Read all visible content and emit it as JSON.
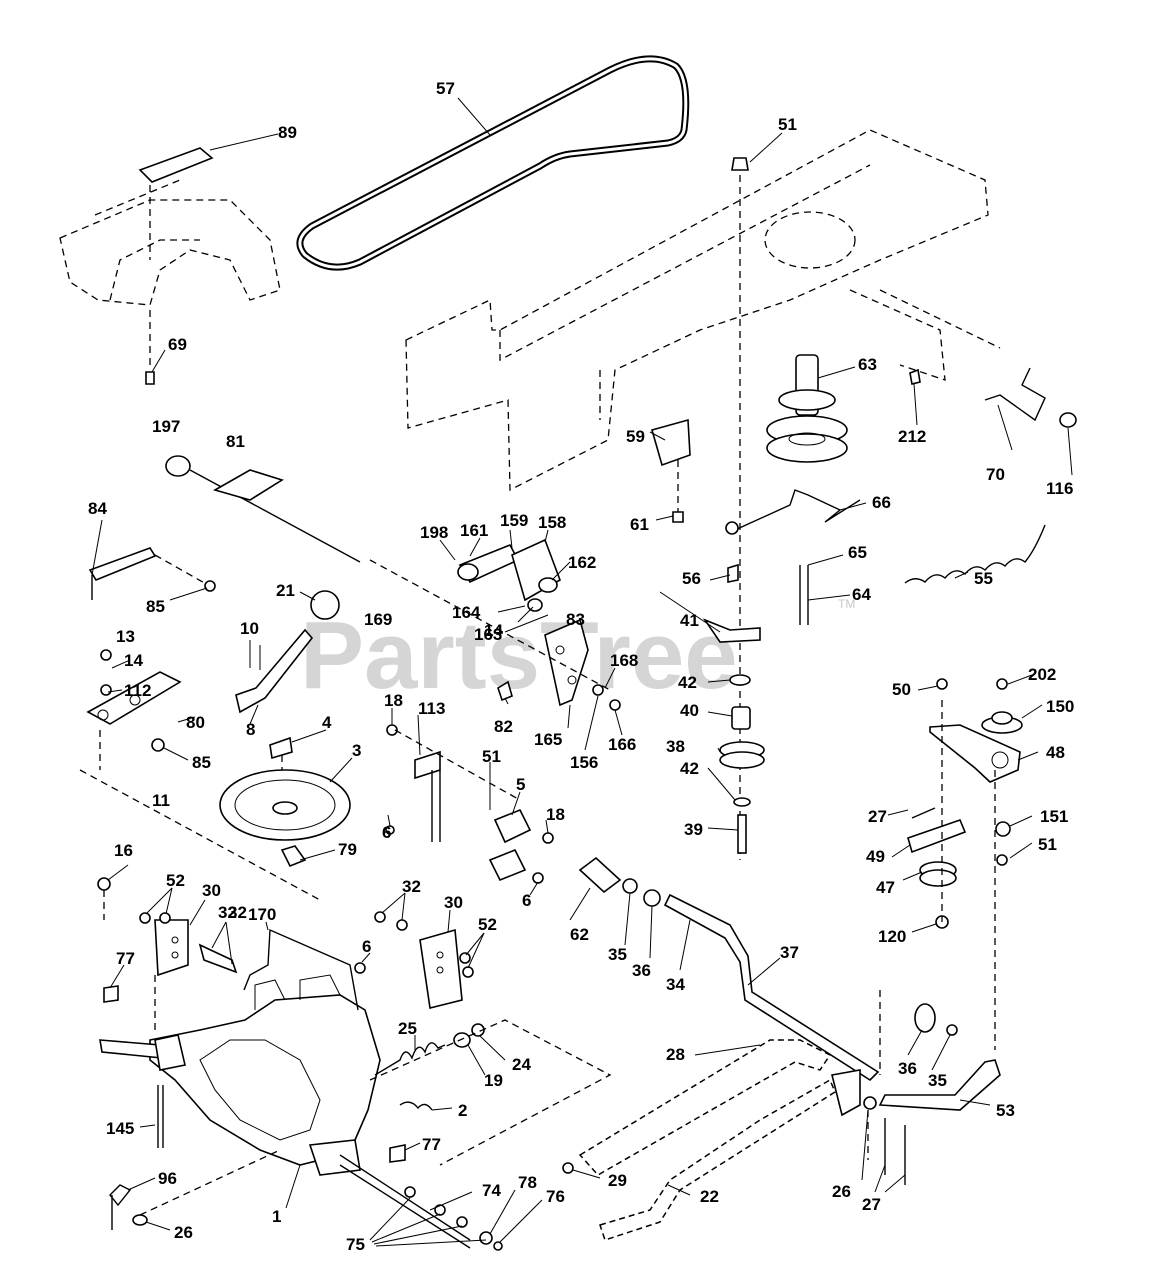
{
  "watermark": {
    "brand": "PartsTree",
    "trademark": "TM"
  },
  "callouts": [
    {
      "id": "c57",
      "text": "57"
    },
    {
      "id": "c89",
      "text": "89"
    },
    {
      "id": "c51a",
      "text": "51"
    },
    {
      "id": "c69",
      "text": "69"
    },
    {
      "id": "c197",
      "text": "197"
    },
    {
      "id": "c81",
      "text": "81"
    },
    {
      "id": "c63",
      "text": "63"
    },
    {
      "id": "c212",
      "text": "212"
    },
    {
      "id": "c70",
      "text": "70"
    },
    {
      "id": "c116",
      "text": "116"
    },
    {
      "id": "c59",
      "text": "59"
    },
    {
      "id": "c66",
      "text": "66"
    },
    {
      "id": "c61",
      "text": "61"
    },
    {
      "id": "c84",
      "text": "84"
    },
    {
      "id": "c198",
      "text": "198"
    },
    {
      "id": "c161",
      "text": "161"
    },
    {
      "id": "c159",
      "text": "159"
    },
    {
      "id": "c158",
      "text": "158"
    },
    {
      "id": "c162",
      "text": "162"
    },
    {
      "id": "c56",
      "text": "56"
    },
    {
      "id": "c65",
      "text": "65"
    },
    {
      "id": "c55",
      "text": "55"
    },
    {
      "id": "c85a",
      "text": "85"
    },
    {
      "id": "c21",
      "text": "21"
    },
    {
      "id": "c169",
      "text": "169"
    },
    {
      "id": "c164",
      "text": "164"
    },
    {
      "id": "c14a",
      "text": "14"
    },
    {
      "id": "c83",
      "text": "83"
    },
    {
      "id": "c64",
      "text": "64"
    },
    {
      "id": "c41",
      "text": "41"
    },
    {
      "id": "c13",
      "text": "13"
    },
    {
      "id": "c10",
      "text": "10"
    },
    {
      "id": "c163",
      "text": "163"
    },
    {
      "id": "c168",
      "text": "168"
    },
    {
      "id": "c14b",
      "text": "14"
    },
    {
      "id": "c42a",
      "text": "42"
    },
    {
      "id": "c50",
      "text": "50"
    },
    {
      "id": "c202",
      "text": "202"
    },
    {
      "id": "c112",
      "text": "112"
    },
    {
      "id": "c18a",
      "text": "18"
    },
    {
      "id": "c113",
      "text": "113"
    },
    {
      "id": "c82",
      "text": "82"
    },
    {
      "id": "c150",
      "text": "150"
    },
    {
      "id": "c80",
      "text": "80"
    },
    {
      "id": "c8",
      "text": "8"
    },
    {
      "id": "c4",
      "text": "4"
    },
    {
      "id": "c40",
      "text": "40"
    },
    {
      "id": "c165",
      "text": "165"
    },
    {
      "id": "c85b",
      "text": "85"
    },
    {
      "id": "c156",
      "text": "156"
    },
    {
      "id": "c166",
      "text": "166"
    },
    {
      "id": "c38",
      "text": "38"
    },
    {
      "id": "c48",
      "text": "48"
    },
    {
      "id": "c3",
      "text": "3"
    },
    {
      "id": "c51b",
      "text": "51"
    },
    {
      "id": "c5",
      "text": "5"
    },
    {
      "id": "c11",
      "text": "11"
    },
    {
      "id": "c42b",
      "text": "42"
    },
    {
      "id": "c18b",
      "text": "18"
    },
    {
      "id": "c27a",
      "text": "27"
    },
    {
      "id": "c151",
      "text": "151"
    },
    {
      "id": "c6a",
      "text": "6"
    },
    {
      "id": "c39",
      "text": "39"
    },
    {
      "id": "c49",
      "text": "49"
    },
    {
      "id": "c51c",
      "text": "51"
    },
    {
      "id": "c16",
      "text": "16"
    },
    {
      "id": "c79",
      "text": "79"
    },
    {
      "id": "c52a",
      "text": "52"
    },
    {
      "id": "c47",
      "text": "47"
    },
    {
      "id": "c6b",
      "text": "6"
    },
    {
      "id": "c32a",
      "text": "32"
    },
    {
      "id": "c30a",
      "text": "30"
    },
    {
      "id": "c32b",
      "text": "32"
    },
    {
      "id": "c30b",
      "text": "30"
    },
    {
      "id": "c170",
      "text": "170"
    },
    {
      "id": "c32c",
      "text": "32"
    },
    {
      "id": "c52b",
      "text": "52"
    },
    {
      "id": "c62",
      "text": "62"
    },
    {
      "id": "c35a",
      "text": "35"
    },
    {
      "id": "c36a",
      "text": "36"
    },
    {
      "id": "c34",
      "text": "34"
    },
    {
      "id": "c120",
      "text": "120"
    },
    {
      "id": "c37",
      "text": "37"
    },
    {
      "id": "c6c",
      "text": "6"
    },
    {
      "id": "c77a",
      "text": "77"
    },
    {
      "id": "c25",
      "text": "25"
    },
    {
      "id": "c24",
      "text": "24"
    },
    {
      "id": "c19",
      "text": "19"
    },
    {
      "id": "c28",
      "text": "28"
    },
    {
      "id": "c36b",
      "text": "36"
    },
    {
      "id": "c35b",
      "text": "35"
    },
    {
      "id": "c53",
      "text": "53"
    },
    {
      "id": "c2",
      "text": "2"
    },
    {
      "id": "c145",
      "text": "145"
    },
    {
      "id": "c77b",
      "text": "77"
    },
    {
      "id": "c96",
      "text": "96"
    },
    {
      "id": "c74",
      "text": "74"
    },
    {
      "id": "c29",
      "text": "29"
    },
    {
      "id": "c22",
      "text": "22"
    },
    {
      "id": "c26a",
      "text": "26"
    },
    {
      "id": "c27b",
      "text": "27"
    },
    {
      "id": "c1",
      "text": "1"
    },
    {
      "id": "c78",
      "text": "78"
    },
    {
      "id": "c76",
      "text": "76"
    },
    {
      "id": "c26b",
      "text": "26"
    },
    {
      "id": "c75",
      "text": "75"
    }
  ]
}
